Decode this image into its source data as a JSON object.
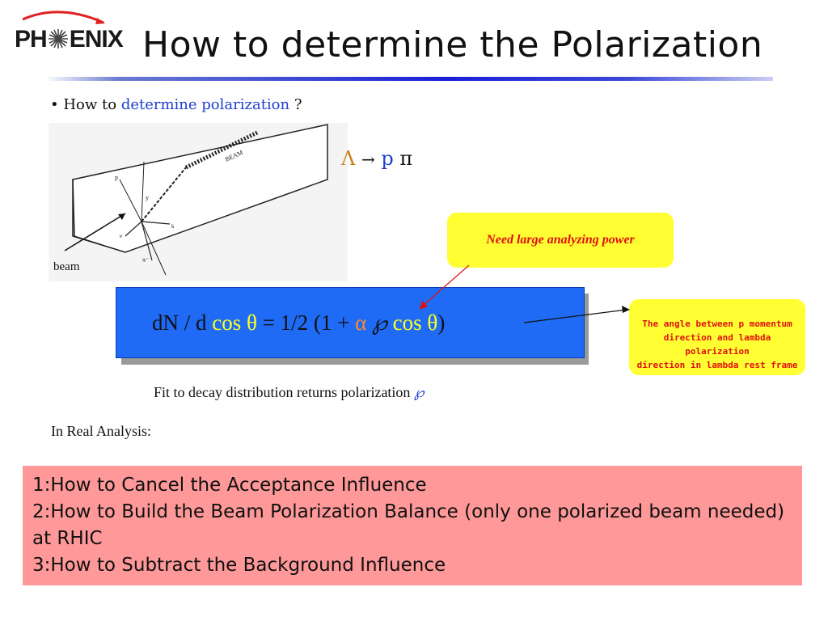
{
  "logo": {
    "text": "PHENIX",
    "left": "PH",
    "right": "ENIX"
  },
  "title": "How to determine the Polarization",
  "bullet": {
    "prefix": "• How to",
    "highlight": "determine polarization",
    "suffix": "?"
  },
  "diagram": {
    "beam_label": "beam",
    "beam_track_label": "BEAM"
  },
  "decay": {
    "lambda": "Λ",
    "arrow": "→",
    "p": "p",
    "pi": "π"
  },
  "callouts": {
    "analyzing_power": "Need large analyzing power",
    "angle_lines": [
      "The angle between p momentum",
      "direction and lambda polarization",
      "direction in lambda rest frame"
    ]
  },
  "formula": {
    "part1": "dN / d",
    "cos1": "cos θ",
    "part2": "= 1/2 (1 +",
    "alpha": "α",
    "weier": "℘",
    "cos2": "cos θ",
    "close": ")"
  },
  "fit": {
    "text": "Fit to decay distribution returns polarization",
    "symbol": "℘"
  },
  "real_analysis": "In Real Analysis:",
  "issues": [
    "1:How to Cancel the Acceptance Influence",
    "2:How to Build the Beam Polarization Balance (only one polarized beam needed) at RHIC",
    "3:How to Subtract the Background Influence"
  ],
  "colors": {
    "title_rule": "#1a1fd8",
    "callout_bg": "#ffff33",
    "callout_text": "#e01010",
    "formula_bg": "#1f6bf5",
    "list_bg": "#ff9898",
    "link_blue": "#1f3fd0"
  }
}
